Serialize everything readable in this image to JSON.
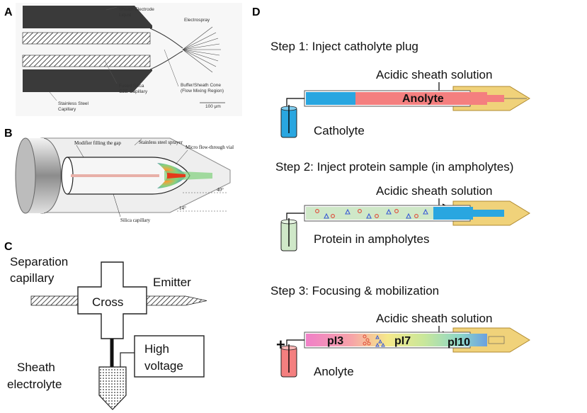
{
  "panels": {
    "A": {
      "letter": "A",
      "labels": {
        "sheath_electrode": "Sheath Electrode",
        "liquid": "Liquid",
        "electrospray": "Electrospray",
        "fused_silica": "Fused Silica",
        "cze_capillary": "CZE Capillary",
        "buffer_sheath": "Buffer/Sheath Cone",
        "flow_mixing": "(Flow Mixing Region)",
        "stainless_steel": "Stainless Steel",
        "capillary": "Capillary",
        "scale": "100 μm"
      }
    },
    "B": {
      "letter": "B",
      "labels": {
        "modifier": "Modifier filling the gap",
        "sprayer": "Stainless steel sprayer",
        "vial": "Micro flow-through vial",
        "silica": "Silica capillary",
        "angle_40": "40°",
        "angle_14": "14°"
      }
    },
    "C": {
      "letter": "C",
      "labels": {
        "separation": "Separation",
        "capillary": "capillary",
        "emitter": "Emitter",
        "cross": "Cross",
        "high": "High",
        "voltage": "voltage",
        "sheath": "Sheath",
        "electrolyte": "electrolyte"
      }
    },
    "D": {
      "letter": "D",
      "step1": {
        "title": "Step 1: Inject catholyte plug",
        "sheath": "Acidic sheath solution",
        "segment": "Anolyte",
        "reservoir": "Catholyte"
      },
      "step2": {
        "title": "Step 2: Inject protein sample (in ampholytes)",
        "sheath": "Acidic sheath solution",
        "reservoir": "Protein in ampholytes"
      },
      "step3": {
        "title": "Step 3: Focusing & mobilization",
        "sheath": "Acidic sheath solution",
        "pi3": "pI3",
        "pi7": "pI7",
        "pi10": "pI10",
        "reservoir": "Anolyte",
        "plus": "+"
      }
    }
  },
  "colors": {
    "catholyte": "#29a6e0",
    "anolyte": "#f47f7f",
    "emitter_gold": "#f0d27a",
    "ampholyte": "#cfe8c8",
    "steel": "#4a4a4a"
  }
}
